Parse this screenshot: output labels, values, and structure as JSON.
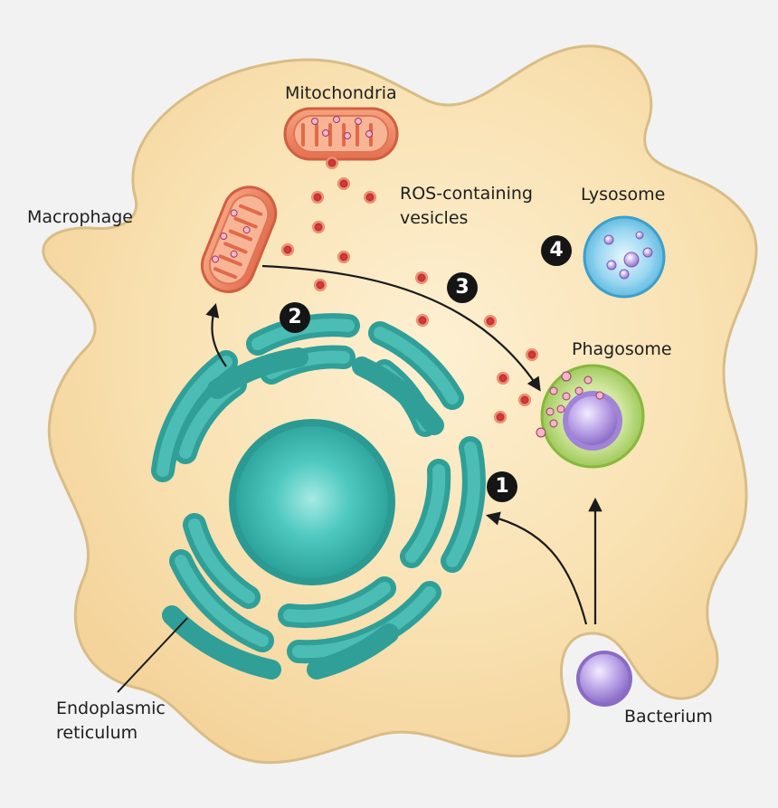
{
  "labels": {
    "macrophage": "Macrophage",
    "mitochondria": "Mitochondria",
    "ros_line1": "ROS-containing",
    "ros_line2": "vesicles",
    "lysosome": "Lysosome",
    "phagosome": "Phagosome",
    "er_line1": "Endoplasmic",
    "er_line2": "reticulum",
    "bacterium": "Bacterium"
  },
  "steps": [
    "1",
    "2",
    "3",
    "4"
  ],
  "colors": {
    "background": "#f2f2f2",
    "cytoplasm": "#f8deaa",
    "membrane": "#dcc28a",
    "nucleus": "#3bb8b0",
    "er": "#2e9f97",
    "mitochondria": "#ee8a67",
    "ros_vesicle": "#c8383e",
    "phagosome": "#a8d060",
    "lysosome": "#6cc3e6",
    "bacterium": "#b79fe0",
    "arrow": "#1b1b1b"
  }
}
